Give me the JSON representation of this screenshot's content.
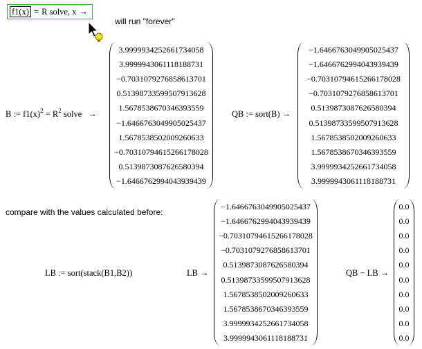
{
  "region": {
    "func": "f1(x)",
    "bold_eq": "=",
    "rhs": "R solve, x",
    "arrow": "→",
    "comment": "will run \"forever\""
  },
  "b_def": {
    "lhs": "B := f1(x)",
    "mid": " = R",
    "tail": " solve",
    "exp": "2",
    "arrow": "→",
    "values": [
      "3.9999934252661734058",
      "3.9999943061118188731",
      "−0.7031079276858613701",
      "0.5139873359950791362 8",
      "1.5678538670346393559",
      "−1.6466763049905025437",
      "1.5678538502009260633",
      "−0.70310794615266178028",
      "0.5139873087626580394",
      "−1.6466762994043939439"
    ]
  },
  "qb_def": {
    "label": "QB := sort(B) →",
    "values": [
      "−1.6466763049905025437",
      "−1.6466762994043939439",
      "−0.70310794615266178028",
      "−0.7031079276858613701",
      "0.5139873087626580394",
      "0.51398733599507913628",
      "1.5678538502009260633",
      "1.5678538670346393559",
      "3.9999934252661734058",
      "3.9999943061118188731"
    ]
  },
  "compare_text": "compare with the values calculated before:",
  "lb_def": {
    "label": "LB := sort(stack(B1,B2))",
    "result_label": "LB →",
    "values": [
      "−1.6466763049905025437",
      "−1.6466762994043939439",
      "−0.70310794615266178028",
      "−0.7031079276858613701",
      "0.5139873087626580394",
      "0.51398733599507913628",
      "1.5678538502009260633",
      "1.5678538670346393559",
      "3.9999934252661734058",
      "3.9999943061118188731"
    ]
  },
  "diff_def": {
    "label": "QB − LB →",
    "values": [
      "0.0",
      "0.0",
      "0.0",
      "0.0",
      "0.0",
      "0.0",
      "0.0",
      "0.0",
      "0.0",
      "0.0"
    ]
  }
}
